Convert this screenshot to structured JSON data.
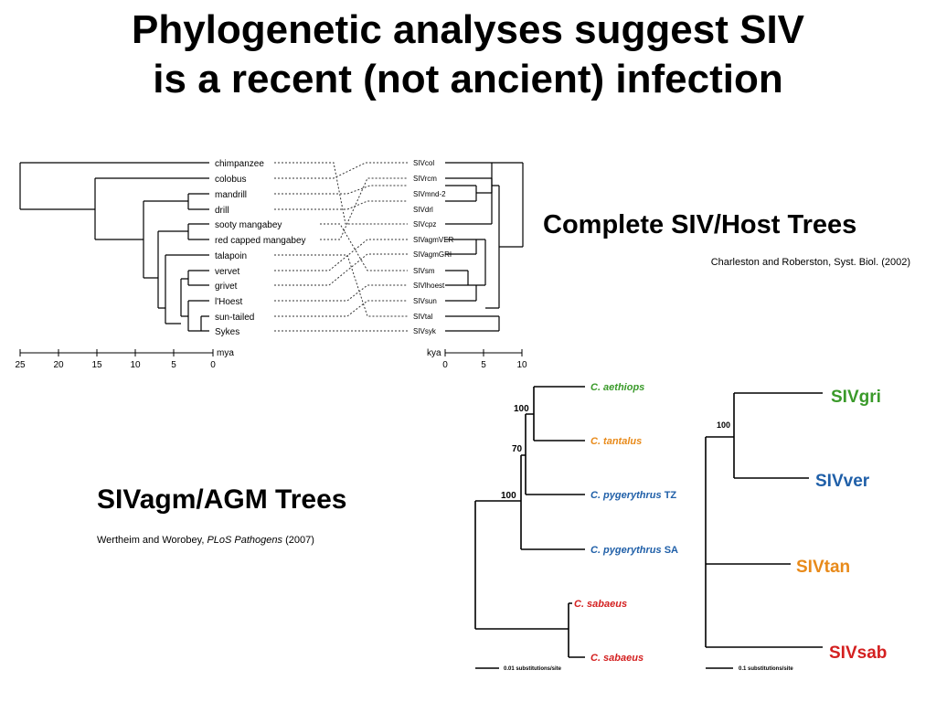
{
  "slide": {
    "title_line1": "Phylogenetic analyses suggest SIV",
    "title_line2": "is a recent (not ancient) infection"
  },
  "host_tree": {
    "heading": "Complete SIV/Host Trees",
    "citation": "Charleston and Roberston, Syst. Biol. (2002)",
    "hosts": [
      "chimpanzee",
      "colobus",
      "mandrill",
      "drill",
      "sooty mangabey",
      "red capped mangabey",
      "talapoin",
      "vervet",
      "grivet",
      "l'Hoest",
      "sun-tailed",
      "Sykes"
    ],
    "viruses": [
      "SIVcol",
      "SIVrcm",
      "SIVmnd-2",
      "SIVdrl",
      "SIVcpz",
      "SIVagmVER",
      "SIVagmGRI",
      "SIVsm",
      "SIVlhoest",
      "SIVsun",
      "SIVtal",
      "SIVsyk"
    ],
    "left_axis_unit": "mya",
    "left_axis_ticks": [
      "25",
      "20",
      "15",
      "10",
      "5",
      "0"
    ],
    "right_axis_unit": "kya",
    "right_axis_ticks": [
      "0",
      "5",
      "10"
    ]
  },
  "agm_tree": {
    "heading": "SIVagm/AGM Trees",
    "citation_authors": "Wertheim and Worobey, ",
    "citation_journal": "PLoS Pathogens",
    "citation_year": " (2007)",
    "host_bootstrap": [
      "100",
      "70",
      "100"
    ],
    "hosts": [
      {
        "genus": "C. aethiops",
        "suffix": "",
        "color": "#3a9a2a"
      },
      {
        "genus": "C. tantalus",
        "suffix": "",
        "color": "#e88a1a"
      },
      {
        "genus": "C. pygerythrus",
        "suffix": " TZ",
        "color": "#1f5fa8"
      },
      {
        "genus": "C. pygerythrus",
        "suffix": " SA",
        "color": "#1f5fa8"
      },
      {
        "genus": "C. sabaeus",
        "suffix": "",
        "color": "#d42020"
      },
      {
        "genus": "C. sabaeus",
        "suffix": "",
        "color": "#d42020"
      }
    ],
    "host_scale": "0.01 substitutions/site",
    "virus_bootstrap": "100",
    "viruses": [
      {
        "name": "SIVgri",
        "color": "#3a9a2a"
      },
      {
        "name": "SIVver",
        "color": "#1f5fa8"
      },
      {
        "name": "SIVtan",
        "color": "#e88a1a"
      },
      {
        "name": "SIVsab",
        "color": "#d42020"
      }
    ],
    "virus_scale": "0.1 substitutions/site"
  }
}
